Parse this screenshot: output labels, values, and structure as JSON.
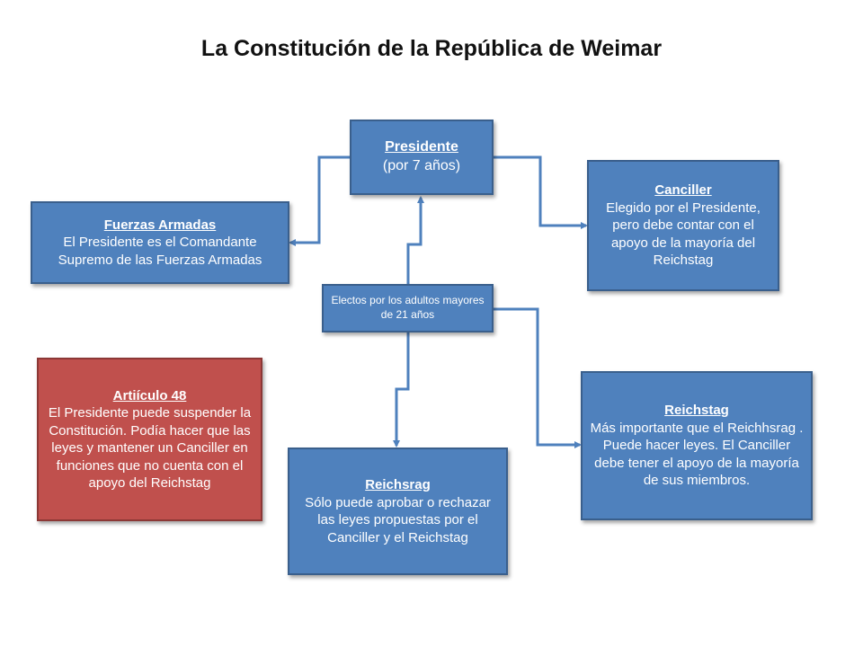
{
  "title": "La Constitución de la República de Weimar",
  "colors": {
    "box_blue": "#4f81bd",
    "box_red": "#c0504d",
    "connector": "#4f81bd"
  },
  "boxes": {
    "presidente": {
      "heading": "Presidente",
      "text": "(por 7 años)"
    },
    "canciller": {
      "heading": "Canciller",
      "text": "Elegido por el Presidente, pero debe contar con el apoyo de la mayoría del Reichstag"
    },
    "fuerzas_armadas": {
      "heading": "Fuerzas Armadas",
      "text": "El Presidente es el Comandante Supremo de las Fuerzas Armadas"
    },
    "electos": {
      "text": "Electos por los adultos mayores de 21 años"
    },
    "articulo_48": {
      "heading": "Artiículo 48",
      "text": "El Presidente puede suspender la Constitución. Podía hacer que las leyes y mantener un Canciller en funciones que no cuenta con el apoyo del Reichstag"
    },
    "reichstag": {
      "heading": "Reichstag",
      "text": "Más importante que el Reichhsrag . Puede hacer leyes. El Canciller debe tener el apoyo de la mayoría de sus miembros."
    },
    "reichsrag": {
      "heading": "Reichsrag",
      "text": "Sólo puede aprobar o rechazar las leyes propuestas por el Canciller y el Reichstag"
    }
  }
}
